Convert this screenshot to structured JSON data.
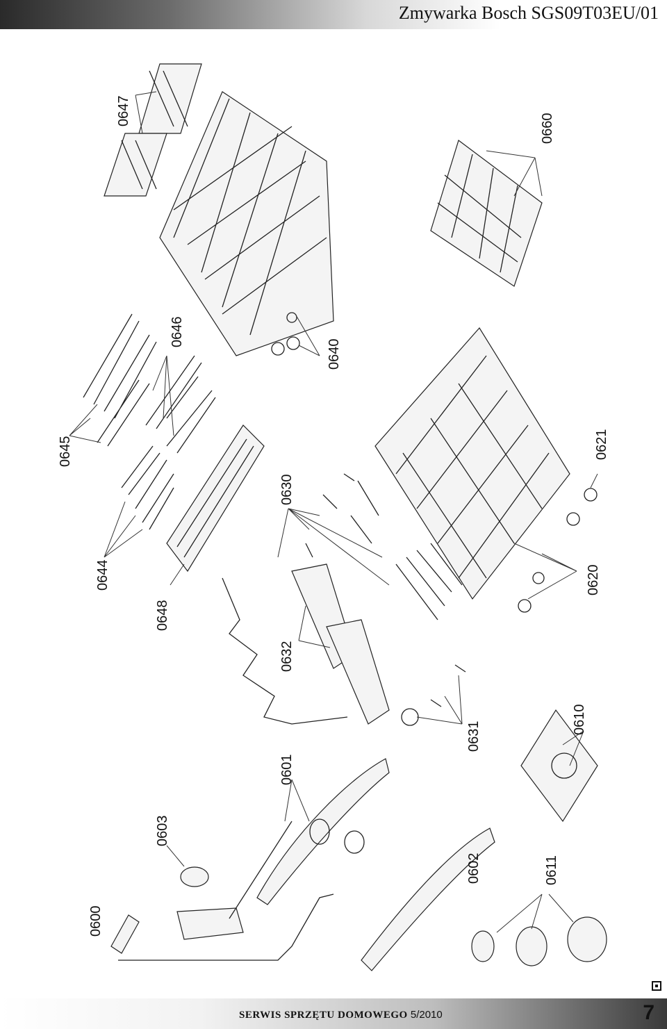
{
  "header": {
    "title": "Zmywarka Bosch SGS09T03EU/01"
  },
  "footer": {
    "service_label": "SERWIS SPRZĘTU DOMOWEGO",
    "date": "5/2010",
    "page_number": "7"
  },
  "parts": {
    "p0600": "0600",
    "p0601": "0601",
    "p0602": "0602",
    "p0603": "0603",
    "p0610": "0610",
    "p0611": "0611",
    "p0620": "0620",
    "p0621": "0621",
    "p0630": "0630",
    "p0631": "0631",
    "p0632": "0632",
    "p0640": "0640",
    "p0644": "0644",
    "p0645": "0645",
    "p0646": "0646",
    "p0647": "0647",
    "p0648": "0648",
    "p0660": "0660"
  },
  "icons": {
    "nav": "page-nav-icon"
  }
}
